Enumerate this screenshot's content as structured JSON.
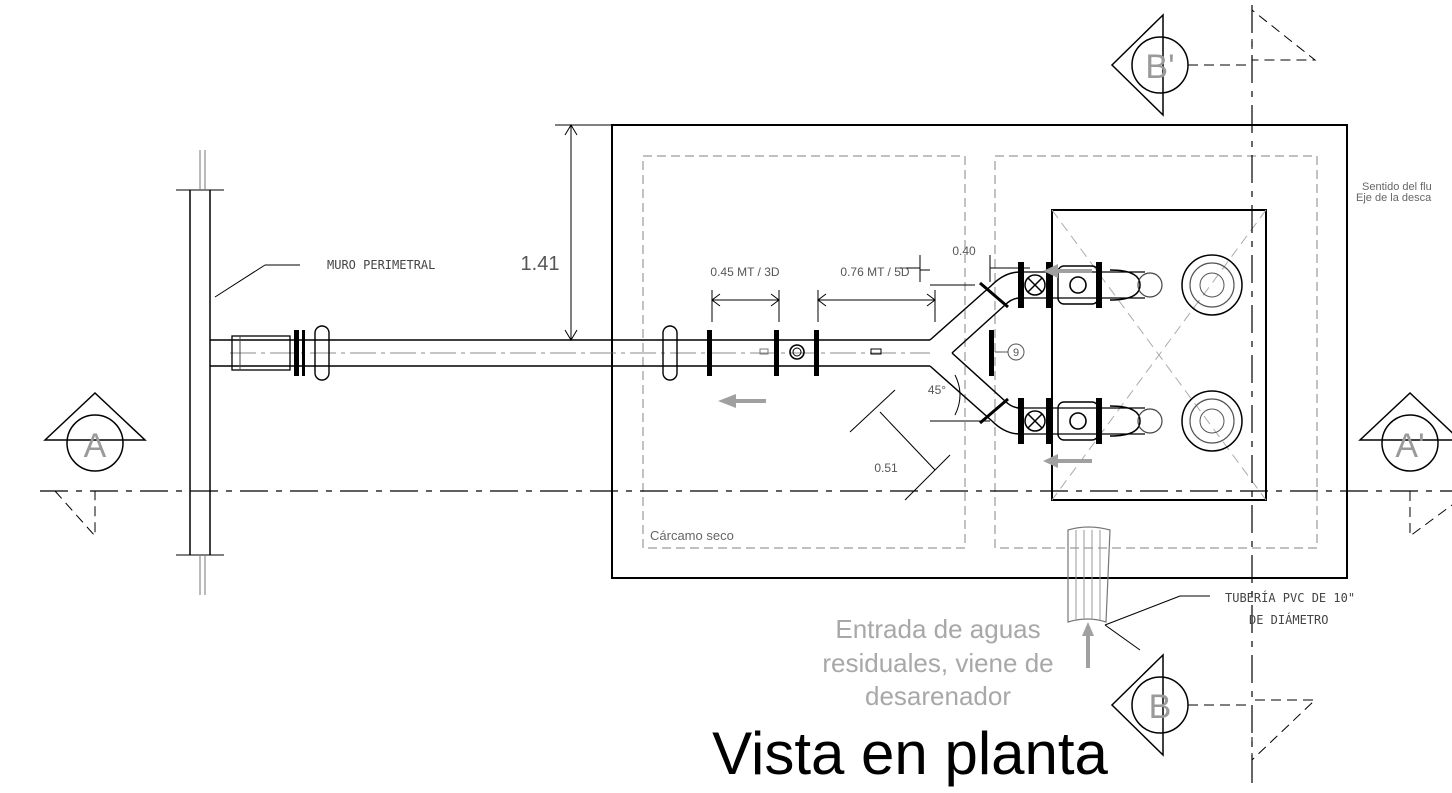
{
  "drawing": {
    "title": "Vista en planta",
    "dimensions": {
      "height_left": "1.41",
      "dist_3d": "0.45 MT / 3D",
      "dist_5d": "0.76 MT / 5D",
      "top_gap": "0.40",
      "diag": "0.51",
      "angle": "45°"
    },
    "labels": {
      "wall": "MURO PERIMETRAL",
      "dry_well": "Cárcamo seco",
      "pipe_line1": "TUBERÍA PVC DE 10\"",
      "pipe_line2": "DE DIÁMETRO",
      "inlet_line1": "Entrada de aguas",
      "inlet_line2": "residuales, viene de",
      "inlet_line3": "desarenador",
      "flow_line1": "Sentido del flu",
      "flow_line2": "Eje de la desca",
      "item_number": "9"
    },
    "sections": {
      "a": "A",
      "a_prime": "A'",
      "b": "B",
      "b_prime": "B'"
    }
  },
  "colors": {
    "line": "#000000",
    "hidden": "#9a9a9a",
    "arrow": "#a0a0a0",
    "inlet_text": "#a8a8a8",
    "dim_text": "#555555"
  }
}
